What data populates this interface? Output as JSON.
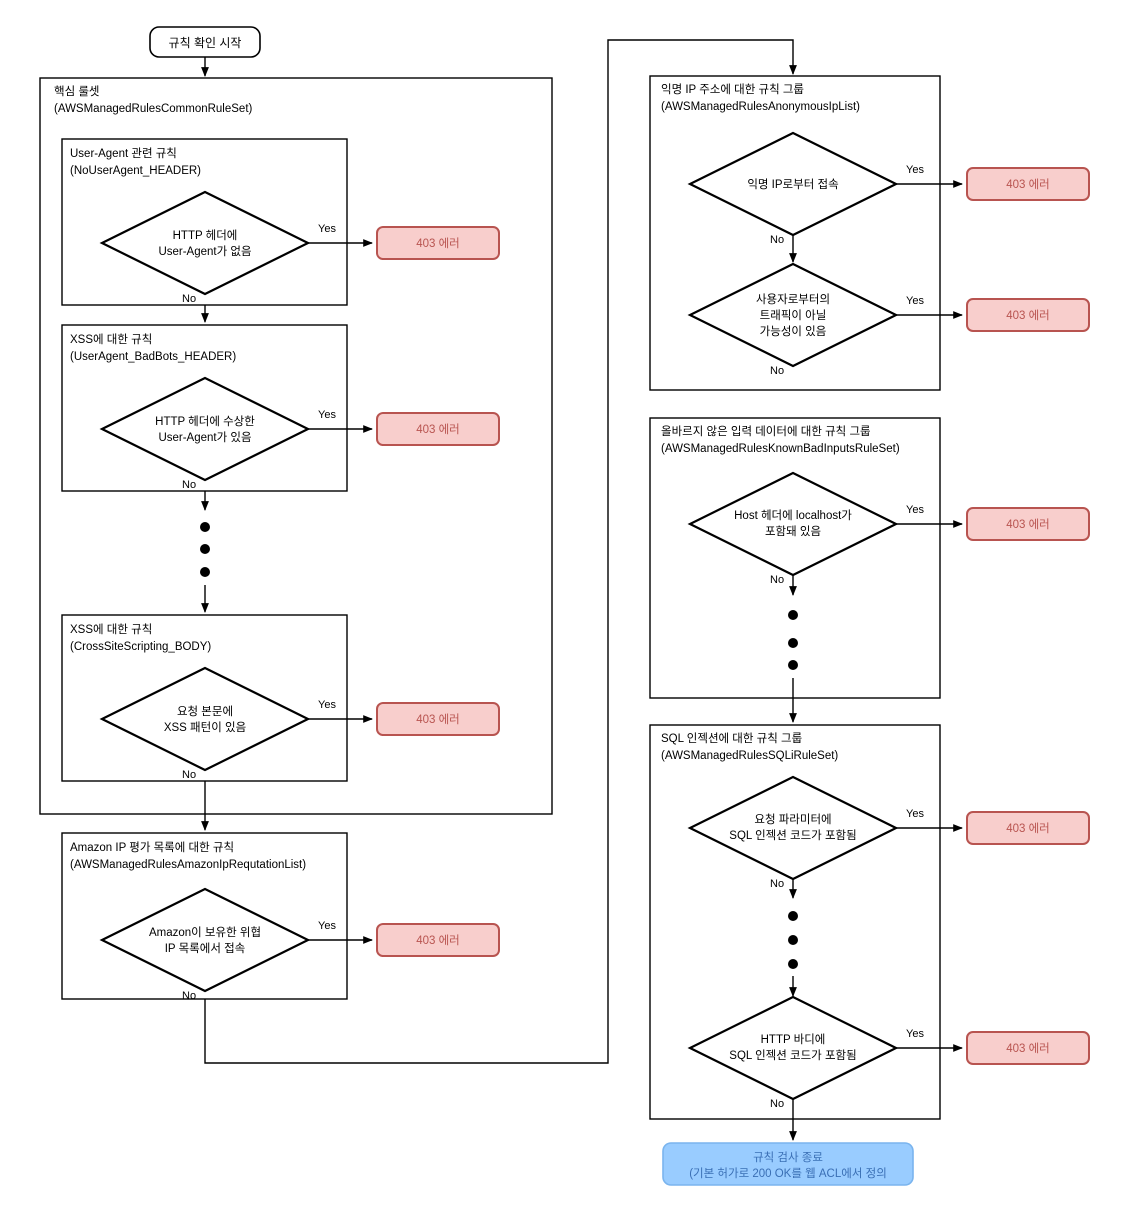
{
  "diagram": {
    "type": "flowchart",
    "title_node": {
      "label": "규칙 확인 시작"
    },
    "end_node": {
      "line1": "규칙 검사 종료",
      "line2": "(기본 허가로 200 OK를 웹 ACL에서 정의"
    },
    "labels": {
      "yes": "Yes",
      "no": "No",
      "error": "403 에러"
    },
    "colors": {
      "error_fill": "#f8cecc",
      "error_stroke": "#b85450",
      "error_text": "#b85450",
      "end_fill": "#99ccff",
      "end_stroke": "#7ab4ee",
      "end_text": "#3a6fb5",
      "line": "#000000",
      "background": "#ffffff"
    },
    "left_column": {
      "outer_group": {
        "title": "핵심 룰셋",
        "subtitle": "(AWSManagedRulesCommonRuleSet)"
      },
      "inner_rules": [
        {
          "title": "User-Agent 관련 규칙",
          "subtitle": "(NoUserAgent_HEADER)",
          "condition_line1": "HTTP 헤더에",
          "condition_line2": "User-Agent가 없음",
          "yes": "Yes",
          "no": "No",
          "yes_target": "403 에러"
        },
        {
          "title": "XSS에 대한 규칙",
          "subtitle": "(UserAgent_BadBots_HEADER)",
          "condition_line1": "HTTP 헤더에 수상한",
          "condition_line2": "User-Agent가 있음",
          "yes": "Yes",
          "no": "No",
          "yes_target": "403 에러"
        },
        {
          "title": "XSS에 대한 규칙",
          "subtitle": "(CrossSiteScripting_BODY)",
          "condition_line1": "요청 본문에",
          "condition_line2": "XSS 패턴이 있음",
          "yes": "Yes",
          "no": "No",
          "yes_target": "403 에러"
        }
      ],
      "standalone_rule": {
        "title": "Amazon IP 평가 목록에 대한 규칙",
        "subtitle": "(AWSManagedRulesAmazonIpRequtationList)",
        "condition_line1": "Amazon이 보유한 위협",
        "condition_line2": "IP 목록에서 접속",
        "yes": "Yes",
        "no": "No",
        "yes_target": "403 에러"
      }
    },
    "right_column": {
      "groups": [
        {
          "title": "익명 IP 주소에 대한 규칙 그룹",
          "subtitle": "(AWSManagedRulesAnonymousIpList)",
          "decisions": [
            {
              "condition_line1": "익명 IP로부터 접속",
              "condition_line2": "",
              "condition_line3": "",
              "yes": "Yes",
              "no": "No",
              "yes_target": "403 에러"
            },
            {
              "condition_line1": "사용자로부터의",
              "condition_line2": "트래픽이 아닐",
              "condition_line3": "가능성이 있음",
              "yes": "Yes",
              "no": "No",
              "yes_target": "403 에러"
            }
          ]
        },
        {
          "title": "올바르지 않은 입력 데이터에 대한 규칙 그룹",
          "subtitle": "(AWSManagedRulesKnownBadInputsRuleSet)",
          "decisions": [
            {
              "condition_line1": "Host 헤더에 localhost가",
              "condition_line2": "포함돼 있음",
              "condition_line3": "",
              "yes": "Yes",
              "no": "No",
              "yes_target": "403 에러"
            }
          ],
          "has_ellipsis": true
        },
        {
          "title": "SQL 인젝션에 대한 규칙 그룹",
          "subtitle": "(AWSManagedRulesSQLiRuleSet)",
          "decisions": [
            {
              "condition_line1": "요청 파라미터에",
              "condition_line2": "SQL 인젝션 코드가 포함됨",
              "condition_line3": "",
              "yes": "Yes",
              "no": "No",
              "yes_target": "403 에러"
            },
            {
              "condition_line1": "HTTP 바디에",
              "condition_line2": "SQL 인젝션 코드가 포함됨",
              "condition_line3": "",
              "yes": "Yes",
              "no": "No",
              "yes_target": "403 에러"
            }
          ],
          "has_ellipsis": true
        }
      ]
    }
  }
}
